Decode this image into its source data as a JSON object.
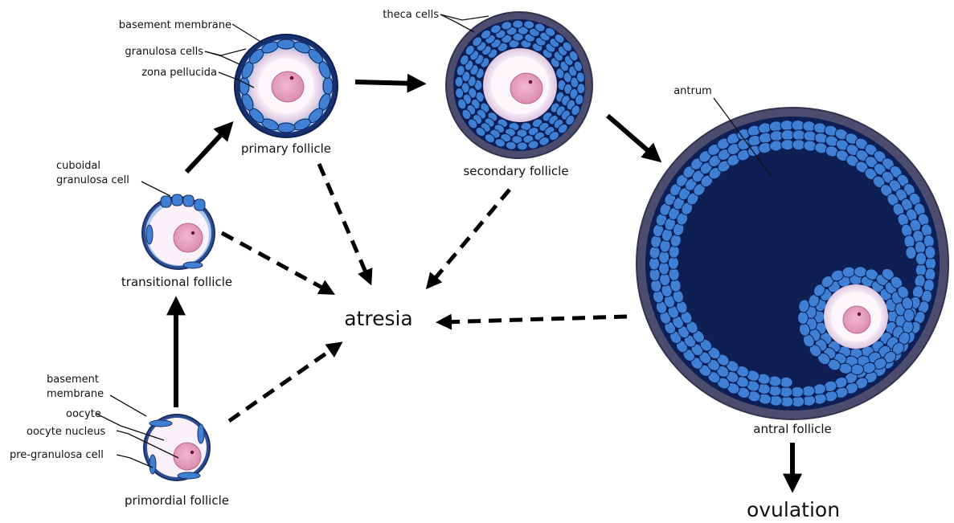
{
  "labels": {
    "primordial": {
      "title": "primordial follicle",
      "basement_membrane_1": "basement",
      "basement_membrane_2": "membrane",
      "oocyte": "oocyte",
      "oocyte_nucleus": "oocyte nucleus",
      "pre_granulosa": "pre-granulosa cell"
    },
    "transitional": {
      "title": "transitional follicle",
      "cuboidal_1": "cuboidal",
      "cuboidal_2": "granulosa cell"
    },
    "primary": {
      "title": "primary follicle",
      "basement_membrane": "basement membrane",
      "granulosa_cells": "granulosa cells",
      "zona_pellucida": "zona pellucida"
    },
    "secondary": {
      "title": "secondary follicle",
      "theca_cells": "theca cells"
    },
    "antral": {
      "title": "antral follicle",
      "antrum": "antrum"
    },
    "atresia": "atresia",
    "ovulation": "ovulation"
  },
  "colors": {
    "theca": "#5b5b7a",
    "dark_blue": "#0d1f55",
    "granulosa": "#3f7fd4",
    "granulosa_light": "#a9c8ee",
    "zona": "#f1e6f2",
    "oocyte": "#fbf1f8",
    "nucleus": "#e7a0bd"
  }
}
